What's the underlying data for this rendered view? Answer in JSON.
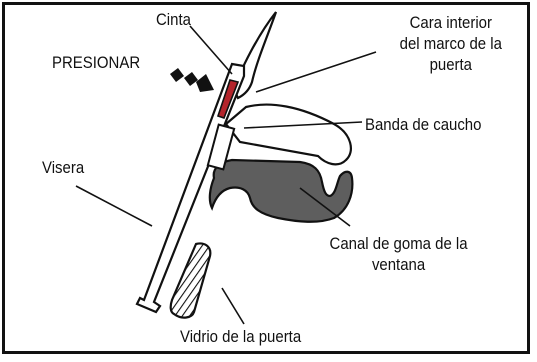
{
  "labels": {
    "cinta": "Cinta",
    "presionar": "PRESIONAR",
    "cara_interior_line1": "Cara interior",
    "cara_interior_line2": "del marco de la",
    "cara_interior_line3": "puerta",
    "banda_caucho": "Banda de caucho",
    "visera": "Visera",
    "canal_goma_line1": "Canal de goma de la",
    "canal_goma_line2": "ventana",
    "vidrio_puerta": "Vidrio de la puerta"
  },
  "colors": {
    "line": "#111111",
    "rubber_fill": "#5e5e5e",
    "tape_fill": "#b3242b",
    "background": "#ffffff"
  }
}
